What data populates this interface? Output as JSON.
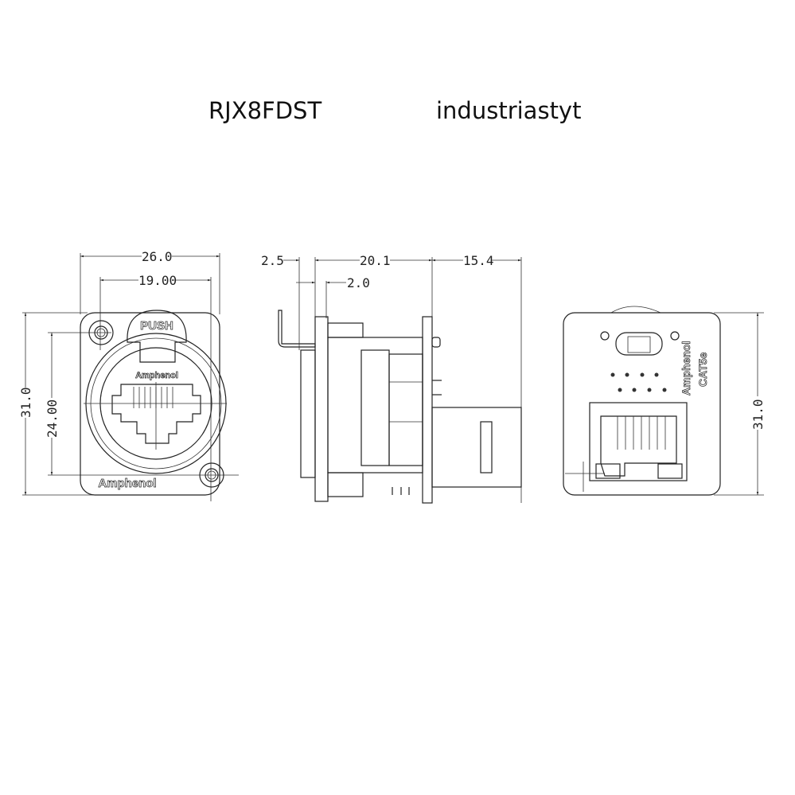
{
  "header": {
    "model": "RJX8FDST",
    "company": "industriastyt"
  },
  "front_view": {
    "dims": {
      "width": "26.0",
      "hole_spacing_h": "19.00",
      "height": "31.0",
      "hole_spacing_v": "24.00"
    },
    "labels": {
      "push": "PUSH",
      "brand_inner": "Amphenol",
      "brand_bottom": "Amphenol"
    }
  },
  "side_view": {
    "dims": {
      "front": "2.5",
      "flange": "2.0",
      "body": "20.1",
      "rear": "15.4"
    }
  },
  "rear_view": {
    "dims": {
      "height": "31.0"
    },
    "labels": {
      "brand": "Amphenol",
      "category": "CAT5e"
    }
  }
}
